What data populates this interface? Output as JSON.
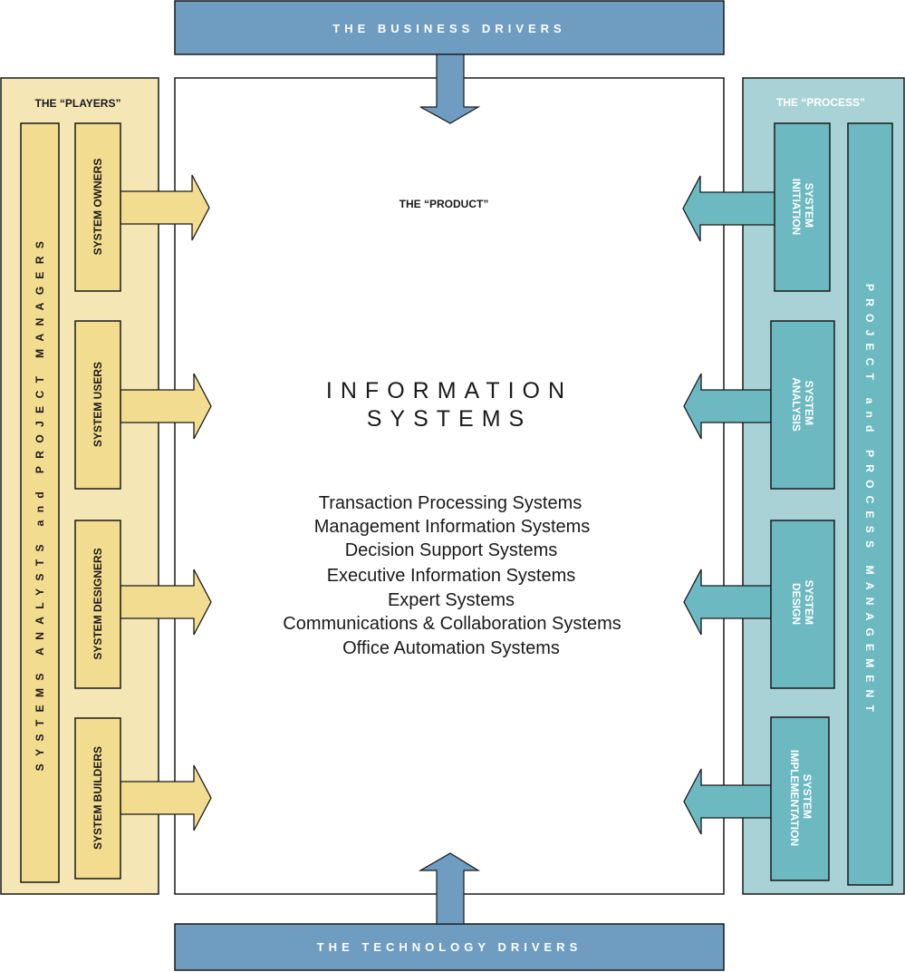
{
  "title_top": "THE BUSINESS DRIVERS",
  "title_bottom": "THE TECHNOLOGY DRIVERS",
  "players": {
    "heading": "THE “PLAYERS”",
    "vertical_label": "SYSTEMS ANALYSTS and PROJECT MANAGERS",
    "roles": [
      "SYSTEM OWNERS",
      "SYSTEM USERS",
      "SYSTEM DESIGNERS",
      "SYSTEM BUILDERS"
    ]
  },
  "process": {
    "heading": "THE “PROCESS”",
    "vertical_label": "PROJECT and PROCESS MANAGEMENT",
    "phases": [
      {
        "line1": "SYSTEM",
        "line2": "INITIATION"
      },
      {
        "line1": "SYSTEM",
        "line2": "ANALYSIS"
      },
      {
        "line1": "SYSTEM",
        "line2": "DESIGN"
      },
      {
        "line1": "SYSTEM",
        "line2": "IMPLEMENTATION"
      }
    ]
  },
  "product": {
    "heading": "THE “PRODUCT”",
    "title_line1": "INFORMATION",
    "title_line2": "SYSTEMS",
    "systems": [
      "Transaction Processing Systems",
      "Management Information Systems",
      "Decision Support Systems",
      "Executive Information Systems",
      "Expert Systems",
      "Communications & Collaboration Systems",
      "Office Automation Systems"
    ]
  },
  "colors": {
    "driver_fill": "#6f9dc1",
    "players_bg": "#f5e6b6",
    "players_fill": "#f2dc8f",
    "process_bg": "#a9d2d7",
    "process_fill": "#6cb9c1",
    "stroke": "#1a1a1a"
  }
}
